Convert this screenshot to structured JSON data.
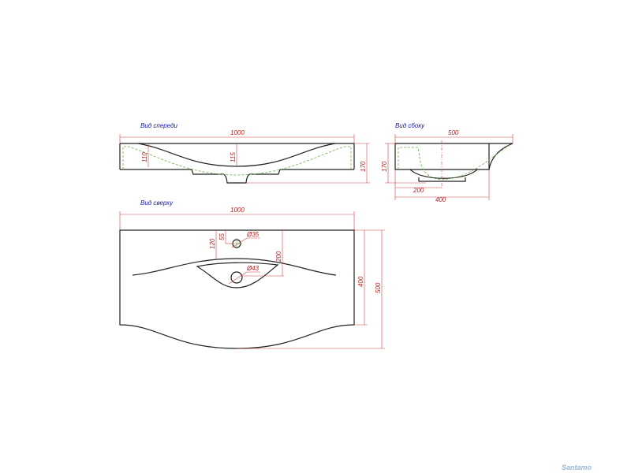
{
  "views": {
    "front": {
      "title": "Вид спереди",
      "width": "1000",
      "depth_left": "110",
      "depth_center": "115",
      "height": "170"
    },
    "side": {
      "title": "Вид сбоку",
      "depth": "500",
      "height": "170",
      "to_drain": "200",
      "body": "400"
    },
    "top": {
      "title": "Вид сверху",
      "width": "1000",
      "tap_offset": "55",
      "tap_row": "120",
      "tap_hole": "Ø35",
      "drain_offset": "200",
      "drain_hole": "Ø43",
      "body_depth": "400",
      "total_depth": "500"
    }
  },
  "logo": "Santamo",
  "colors": {
    "outline": "#222222",
    "dimension": "#d04040",
    "hidden": "#6bb04a",
    "label": "#1a1aa0"
  }
}
